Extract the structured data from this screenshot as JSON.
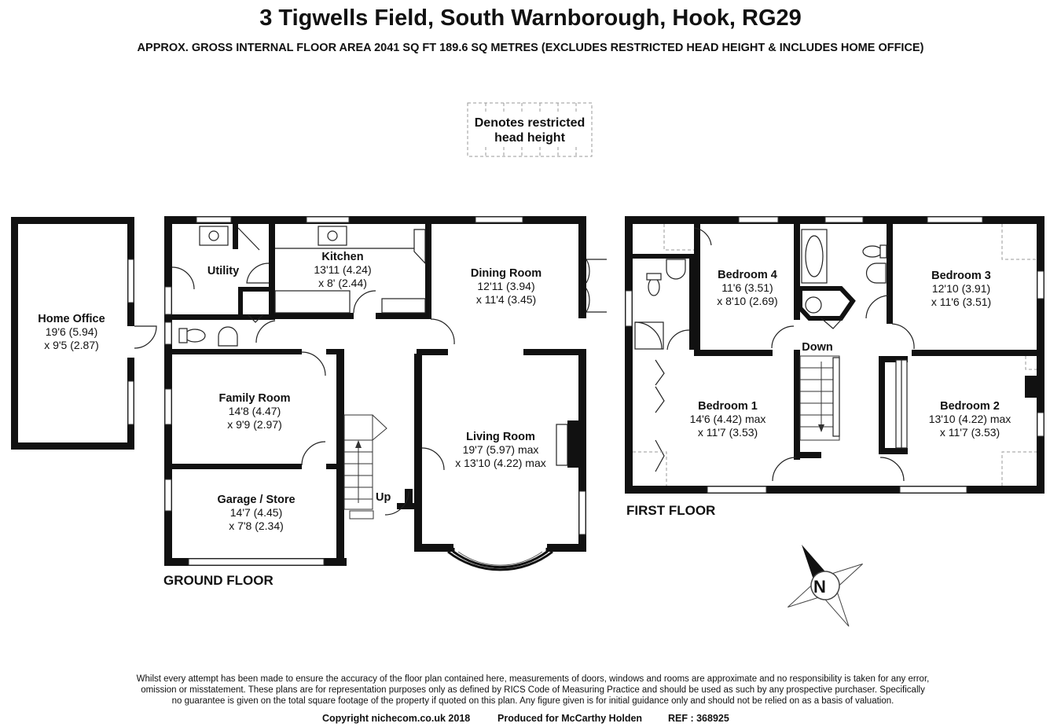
{
  "title": "3 Tigwells Field, South Warnborough, Hook, RG29",
  "subtitle": "APPROX. GROSS INTERNAL FLOOR AREA 2041 SQ FT 189.6 SQ METRES (EXCLUDES RESTRICTED HEAD HEIGHT & INCLUDES HOME OFFICE)",
  "legend": {
    "line1": "Denotes restricted",
    "line2": "head height"
  },
  "rooms": {
    "home_office": {
      "name": "Home Office",
      "dim1": "19'6 (5.94)",
      "dim2": "x 9'5 (2.87)"
    },
    "utility": {
      "name": "Utility"
    },
    "kitchen": {
      "name": "Kitchen",
      "dim1": "13'11 (4.24)",
      "dim2": "x 8' (2.44)"
    },
    "dining_room": {
      "name": "Dining Room",
      "dim1": "12'11 (3.94)",
      "dim2": "x 11'4 (3.45)"
    },
    "family_room": {
      "name": "Family Room",
      "dim1": "14'8 (4.47)",
      "dim2": "x 9'9 (2.97)"
    },
    "garage": {
      "name": "Garage / Store",
      "dim1": "14'7 (4.45)",
      "dim2": "x 7'8 (2.34)"
    },
    "living_room": {
      "name": "Living Room",
      "dim1": "19'7 (5.97) max",
      "dim2": "x 13'10 (4.22) max"
    },
    "bedroom4": {
      "name": "Bedroom 4",
      "dim1": "11'6 (3.51)",
      "dim2": "x 8'10 (2.69)"
    },
    "bedroom3": {
      "name": "Bedroom 3",
      "dim1": "12'10 (3.91)",
      "dim2": "x 11'6 (3.51)"
    },
    "bedroom1": {
      "name": "Bedroom 1",
      "dim1": "14'6 (4.42) max",
      "dim2": "x 11'7 (3.53)"
    },
    "bedroom2": {
      "name": "Bedroom 2",
      "dim1": "13'10 (4.22) max",
      "dim2": "x 11'7 (3.53)"
    }
  },
  "stairs": {
    "up": "Up",
    "down": "Down"
  },
  "floors": {
    "ground": "GROUND FLOOR",
    "first": "FIRST FLOOR"
  },
  "compass": {
    "label": "N"
  },
  "disclaimer": {
    "line1": "Whilst every attempt has been made to ensure the accuracy of the floor plan contained here, measurements of doors, windows and rooms are approximate and no responsibility is taken for any error,",
    "line2": "omission or misstatement. These plans are for representation purposes only as defined by RICS Code of Measuring Practice and should be used as such by any prospective purchaser.  Specifically",
    "line3": "no guarantee is given on the total square footage of the property if quoted on this plan. Any figure given is for initial guidance only and should not be relied on as a basis of valuation."
  },
  "credits": {
    "copyright": "Copyright nichecom.co.uk 2018",
    "produced": "Produced for McCarthy Holden",
    "ref": "REF : 368925"
  }
}
